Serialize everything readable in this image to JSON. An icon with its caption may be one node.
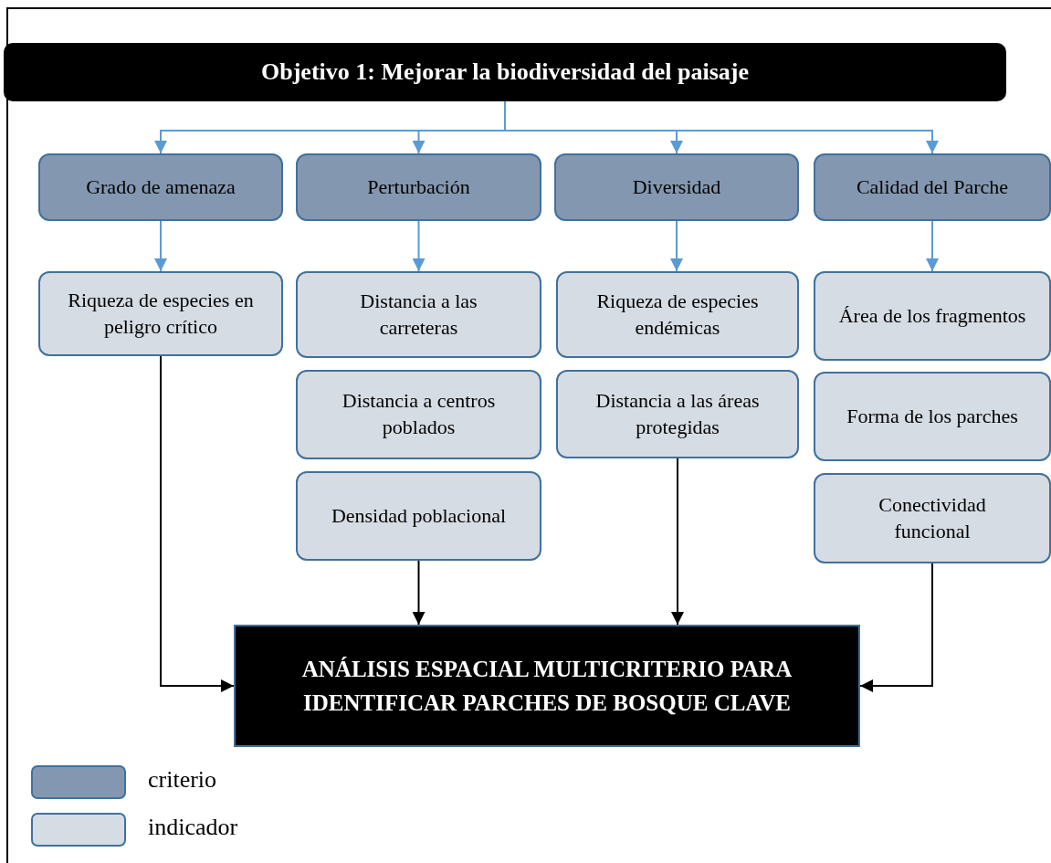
{
  "diagram": {
    "nodes": [
      {
        "text": [
          "Objetivo 1: Mejorar la biodiversidad del paisaje"
        ]
      },
      {
        "text": [
          "Grado de amenaza"
        ]
      },
      {
        "text": [
          "Perturbación"
        ]
      },
      {
        "text": [
          "Diversidad"
        ]
      },
      {
        "text": [
          "Calidad del Parche"
        ]
      },
      {
        "text": [
          "Riqueza de especies en peligro crítico"
        ]
      },
      {
        "text": [
          "Distancia a las carreteras"
        ]
      },
      {
        "text": [
          "Distancia a centros poblados"
        ]
      },
      {
        "text": [
          "Densidad poblacional"
        ]
      },
      {
        "text": [
          "Riqueza de especies endémicas"
        ]
      },
      {
        "text": [
          "Distancia a las áreas protegidas"
        ]
      },
      {
        "text": [
          "Área de los fragmentos"
        ]
      },
      {
        "text": [
          "Forma de los parches"
        ]
      },
      {
        "text": [
          "Conectividad funcional"
        ]
      },
      {
        "text": [
          "ANÁLISIS ESPACIAL MULTICRITERIO PARA IDENTIFICAR PARCHES DE BOSQUE CLAVE"
        ]
      }
    ],
    "edges": [
      {
        "from": 0,
        "to": 1,
        "arrow": "to"
      },
      {
        "from": 0,
        "to": 2,
        "arrow": "to"
      },
      {
        "from": 0,
        "to": 3,
        "arrow": "to"
      },
      {
        "from": 0,
        "to": 4,
        "arrow": "to"
      },
      {
        "from": 1,
        "to": 5,
        "arrow": "to"
      },
      {
        "from": 2,
        "to": 6,
        "arrow": "to"
      },
      {
        "from": 3,
        "to": 9,
        "arrow": "to"
      },
      {
        "from": 4,
        "to": 11,
        "arrow": "to"
      },
      {
        "from": 5,
        "to": 14,
        "arrow": "to",
        "color": "#000000"
      },
      {
        "from": 8,
        "to": 14,
        "arrow": "to",
        "color": "#000000"
      },
      {
        "from": 10,
        "to": 14,
        "arrow": "to",
        "color": "#000000"
      },
      {
        "from": 13,
        "to": 14,
        "arrow": "to",
        "color": "#000000"
      }
    ],
    "legend": [
      {
        "text": "criterio",
        "color": "#8497b0"
      },
      {
        "text": "indicador",
        "color": "#d6dce4"
      }
    ]
  }
}
